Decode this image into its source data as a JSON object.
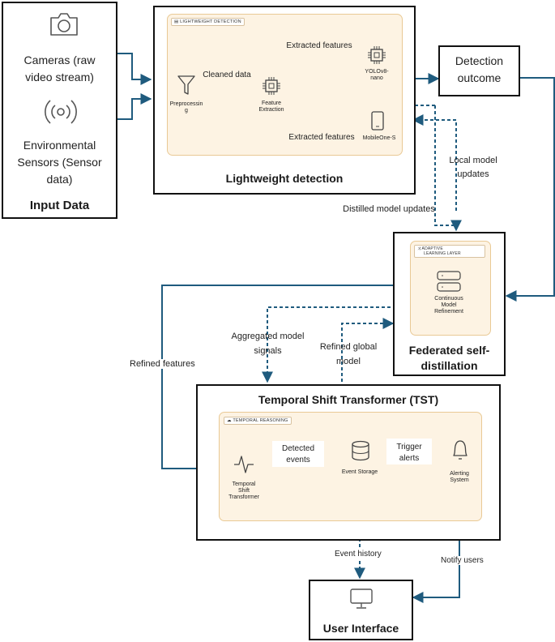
{
  "input_data": {
    "title": "Input Data",
    "cameras_line1": "Cameras (raw",
    "cameras_line2": "video stream)",
    "sensors_line1": "Environmental",
    "sensors_line2": "Sensors (Sensor",
    "sensors_line3": "data)",
    "camera_icon": "camera-icon",
    "sensor_icon": "broadcast-sensor-icon"
  },
  "lightweight": {
    "title": "Lightweight detection",
    "tag": "LIGHTWEIGHT DETECTION",
    "preprocessing_line1": "Preprocessin",
    "preprocessing_line2": "g",
    "feature_line1": "Feature",
    "feature_line2": "Extraction",
    "yolo_line1": "YOLOv8-",
    "yolo_line2": "nano",
    "mobileone": "MobileOne-S",
    "cleaned_data": "Cleaned data",
    "extracted_features_top": "Extracted features",
    "extracted_features_bottom": "Extracted features"
  },
  "detection_outcome": {
    "line1": "Detection",
    "line2": "outcome"
  },
  "edges": {
    "local_model_line1": "Local model",
    "local_model_line2": "updates",
    "distilled": "Distilled model updates",
    "aggregated_line1": "Aggregated model",
    "aggregated_line2": "signals",
    "refined_global_line1": "Refined global",
    "refined_global_line2": "model",
    "refined_features": "Refined features",
    "event_history": "Event history",
    "notify_users": "Notify users"
  },
  "federated": {
    "title_line1": "Federated self-",
    "title_line2": "distillation",
    "tag_line1": "ADAPTIVE",
    "tag_line2": "LEARNING LAYER",
    "node_line1": "Continuous",
    "node_line2": "Model",
    "node_line3": "Refinement"
  },
  "tst": {
    "title": "Temporal Shift Transformer (TST)",
    "tag": "TEMPORAL REASONING",
    "transformer_line1": "Temporal",
    "transformer_line2": "Shift",
    "transformer_line3": "Transformer",
    "detected_line1": "Detected",
    "detected_line2": "events",
    "event_storage": "Event Storage",
    "trigger_line1": "Trigger",
    "trigger_line2": "alerts",
    "alerting_line1": "Alerting",
    "alerting_line2": "System"
  },
  "user_interface": {
    "title": "User Interface"
  },
  "colors": {
    "arrow": "#1f5b7e",
    "panel": "#fdf3e3",
    "panel_border": "#e9c995"
  }
}
